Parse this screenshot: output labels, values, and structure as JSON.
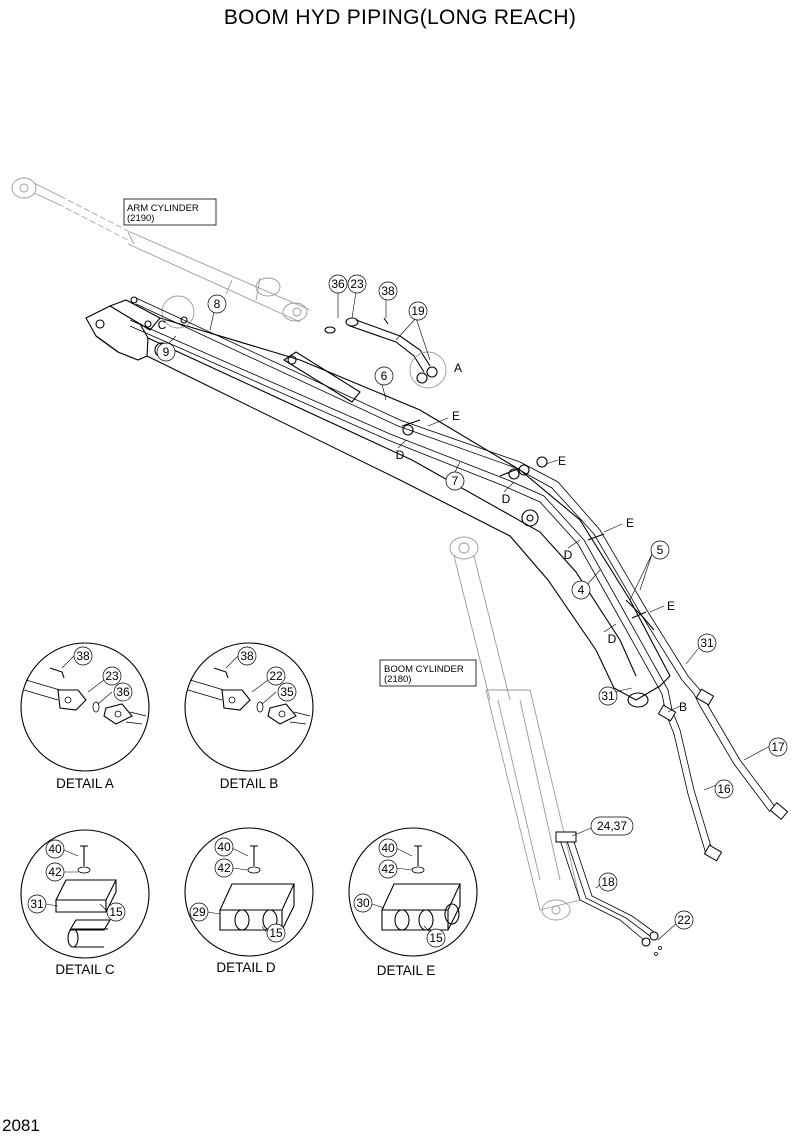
{
  "title": "BOOM HYD PIPING(LONG REACH)",
  "page_number": "2081",
  "ref_boxes": [
    {
      "line1": "ARM CYLINDER",
      "line2": "(2190)"
    },
    {
      "line1": "BOOM CYLINDER",
      "line2": "(2180)"
    }
  ],
  "callouts": [
    "36",
    "23",
    "38",
    "19",
    "8",
    "C",
    "9",
    "A",
    "6",
    "E",
    "D",
    "7",
    "E",
    "D",
    "E",
    "5",
    "D",
    "4",
    "E",
    "D",
    "31",
    "31",
    "B",
    "17",
    "16",
    "24,37",
    "18",
    "22"
  ],
  "details": {
    "a": {
      "caption": "DETAIL A",
      "labels": [
        "38",
        "23",
        "36"
      ]
    },
    "b": {
      "caption": "DETAIL B",
      "labels": [
        "38",
        "22",
        "35"
      ]
    },
    "c": {
      "caption": "DETAIL C",
      "labels": [
        "40",
        "42",
        "31",
        "15"
      ]
    },
    "d": {
      "caption": "DETAIL D",
      "labels": [
        "40",
        "42",
        "29",
        "15"
      ]
    },
    "e": {
      "caption": "DETAIL E",
      "labels": [
        "40",
        "42",
        "30",
        "15"
      ]
    }
  }
}
